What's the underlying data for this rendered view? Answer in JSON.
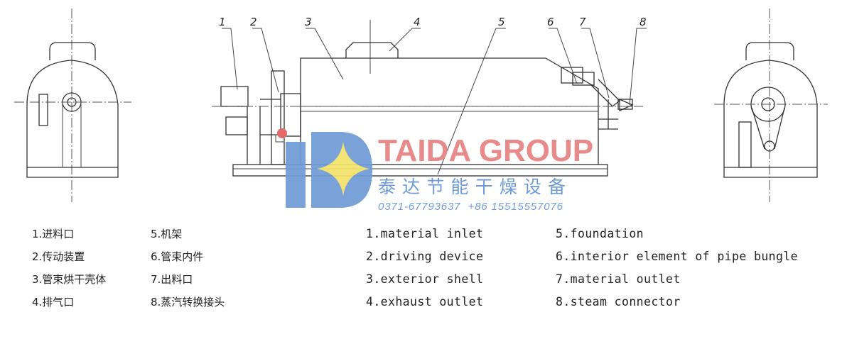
{
  "callouts": [
    "1",
    "2",
    "3",
    "4",
    "5",
    "6",
    "7",
    "8"
  ],
  "watermark": {
    "brand": "TAIDA GROUP",
    "chinese_name": "泰达节能干燥设备",
    "phones": "0371-67793637  +86 15515557076",
    "logo_colors": {
      "blue": "#6e9bd6",
      "yellow": "#f3e26a",
      "red": "#e88a8a"
    }
  },
  "legend_cn_left": [
    "1.进料口",
    "2.传动装置",
    "3.管束烘干壳体",
    "4.排气口"
  ],
  "legend_cn_right": [
    "5.机架",
    "6.管束内件",
    "7.出料口",
    "8.蒸汽转换接头"
  ],
  "legend_en_left": [
    "1.material inlet",
    "2.driving device",
    "3.exterior shell",
    "4.exhaust outlet"
  ],
  "legend_en_right": [
    "5.foundation",
    "6.interior element of pipe bungle",
    "7.material outlet",
    "8.steam connector"
  ]
}
